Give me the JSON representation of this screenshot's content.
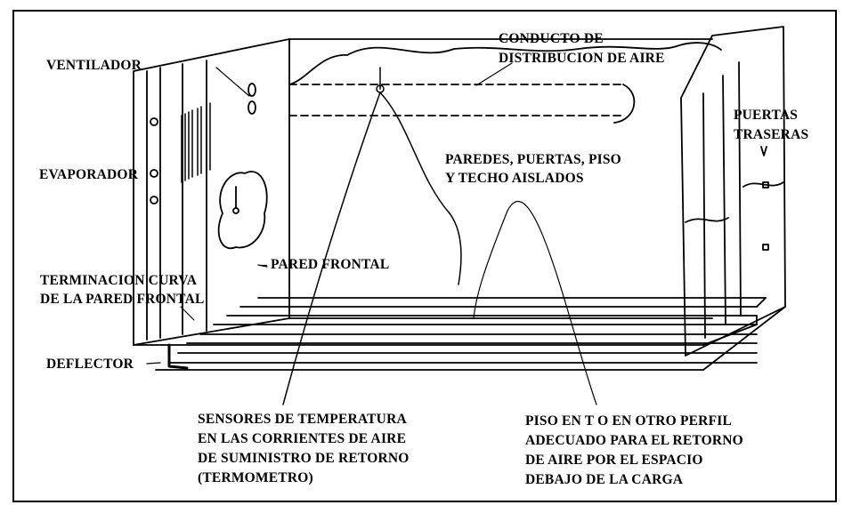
{
  "labels": {
    "ventilador": "VENTILADOR",
    "evaporador": "EVAPORADOR",
    "conducto_l1": "CONDUCTO DE",
    "conducto_l2": "DISTRIBUCION DE AIRE",
    "puertas_l1": "PUERTAS",
    "puertas_l2": "TRASERAS",
    "paredes_l1": "PAREDES, PUERTAS, PISO",
    "paredes_l2": "Y TECHO AISLADOS",
    "pared_frontal": "– PARED FRONTAL",
    "terminacion_l1": "TERMINACION CURVA",
    "terminacion_l2": "DE LA PARED FRONTAL",
    "deflector": "DEFLECTOR",
    "sensores_l1": "SENSORES DE TEMPERATURA",
    "sensores_l2": "EN LAS CORRIENTES DE AIRE",
    "sensores_l3": "DE SUMINISTRO DE  RETORNO",
    "sensores_l4": "(TERMOMETRO)",
    "piso_l1": "PISO EN T O EN OTRO PERFIL",
    "piso_l2": "ADECUADO PARA EL RETORNO",
    "piso_l3": "DE AIRE POR EL ESPACIO",
    "piso_l4": "DEBAJO DE LA CARGA"
  },
  "colors": {
    "ink": "#000000",
    "paper": "#ffffff"
  }
}
